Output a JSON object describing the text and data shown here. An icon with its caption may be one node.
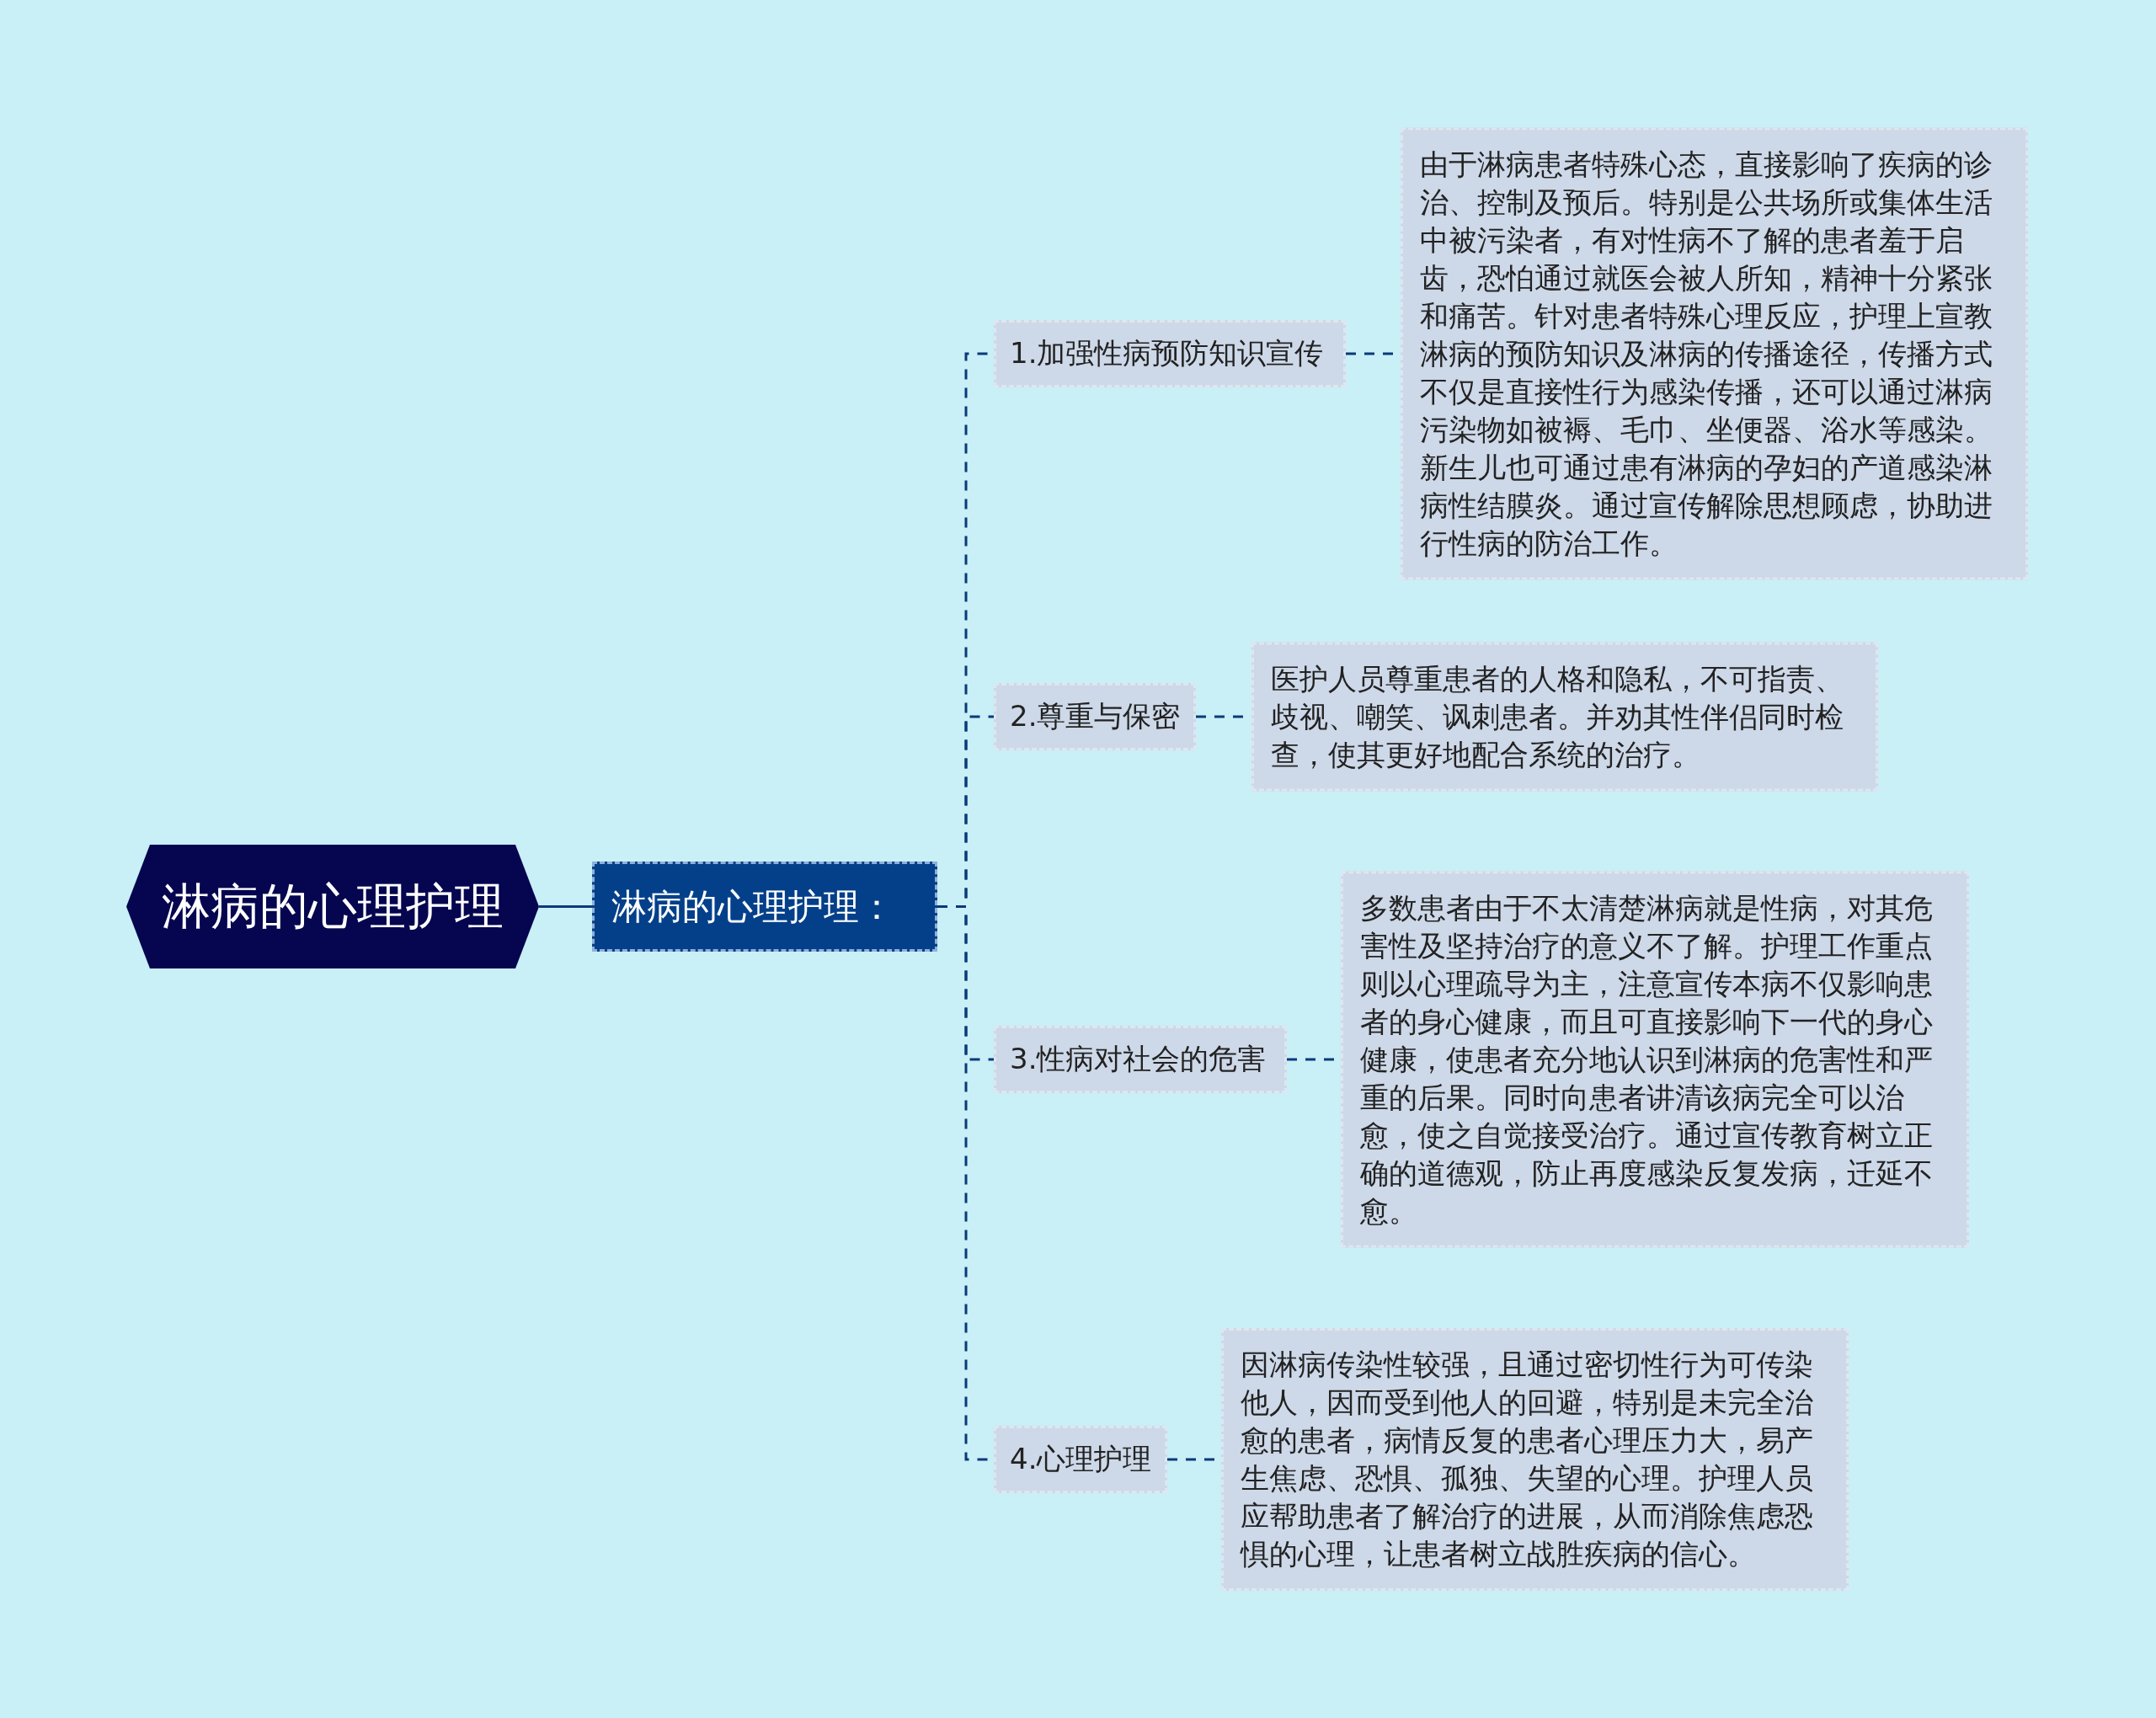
{
  "diagram": {
    "nodes": [
      {
        "text": [
          "淋病的心理护理"
        ]
      },
      {
        "text": [
          "淋病的心理护理："
        ]
      },
      {
        "text": [
          "1.加强性病预防知识宣传"
        ]
      },
      {
        "text": [
          "由于淋病患者特殊心态，直接影响了疾病的诊治、控制及预后。特别是公共场所或集体生活中被污染者，有对性病不了解的患者羞于启齿，恐怕通过就医会被人所知，精神十分紧张和痛苦。针对患者特殊心理反应，护理上宣教淋病的预防知识及淋病的传播途径，传播方式不仅是直接性行为感染传播，还可以通过淋病污染物如被褥、毛巾、坐便器、浴水等感染。新生儿也可通过患有淋病的孕妇的产道感染淋病性结膜炎。通过宣传解除思想顾虑，协助进行性病的防治工作。"
        ]
      },
      {
        "text": [
          "2.尊重与保密"
        ]
      },
      {
        "text": [
          "医护人员尊重患者的人格和隐私，不可指责、歧视、嘲笑、讽刺患者。并劝其性伴侣同时检查，使其更好地配合系统的治疗。"
        ]
      },
      {
        "text": [
          "3.性病对社会的危害"
        ]
      },
      {
        "text": [
          "多数患者由于不太清楚淋病就是性病，对其危害性及坚持治疗的意义不了解。护理工作重点则以心理疏导为主，注意宣传本病不仅影响患者的身心健康，而且可直接影响下一代的身心健康，使患者充分地认识到淋病的危害性和严重的后果。同时向患者讲清该病完全可以治愈，使之自觉接受治疗。通过宣传教育树立正确的道德观，防止再度感染反复发病，迁延不愈。"
        ]
      },
      {
        "text": [
          "4.心理护理"
        ]
      },
      {
        "text": [
          "因淋病传染性较强，且通过密切性行为可传染他人，因而受到他人的回避，特别是未完全治愈的患者，病情反复的患者心理压力大，易产生焦虑、恐惧、孤独、失望的心理。护理人员应帮助患者了解治疗的进展，从而消除焦虑恐惧的心理，让患者树立战胜疾病的信心。"
        ]
      }
    ],
    "edges": [
      {
        "from": 0,
        "to": 1,
        "arrow": "none"
      },
      {
        "from": 1,
        "to": 2,
        "arrow": "none",
        "style": "dashed"
      },
      {
        "from": 1,
        "to": 4,
        "arrow": "none",
        "style": "dashed"
      },
      {
        "from": 1,
        "to": 6,
        "arrow": "none",
        "style": "dashed"
      },
      {
        "from": 1,
        "to": 8,
        "arrow": "none",
        "style": "dashed"
      },
      {
        "from": 2,
        "to": 3,
        "arrow": "none",
        "style": "dashed"
      },
      {
        "from": 4,
        "to": 5,
        "arrow": "none",
        "style": "dashed"
      },
      {
        "from": 6,
        "to": 7,
        "arrow": "none",
        "style": "dashed"
      },
      {
        "from": 8,
        "to": 9,
        "arrow": "none",
        "style": "dashed"
      }
    ]
  }
}
